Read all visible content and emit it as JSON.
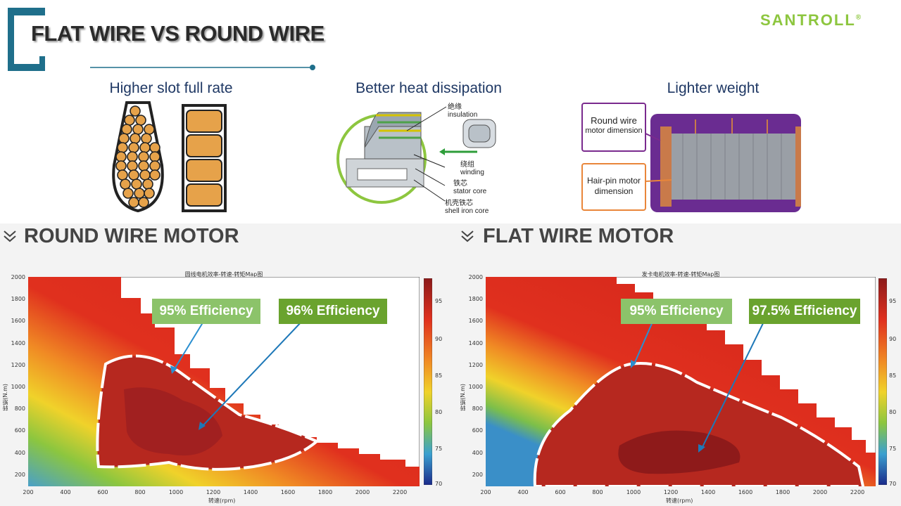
{
  "header": {
    "title": "FLAT WIRE VS ROUND WIRE",
    "logo": "SANTROLL",
    "logo_mark": "®"
  },
  "features": [
    {
      "label": "Higher slot full rate"
    },
    {
      "label": "Better heat dissipation"
    },
    {
      "label": "Lighter weight"
    }
  ],
  "heat_diagram": {
    "insulation_cn": "绝缘",
    "insulation": "insulation",
    "winding_cn": "绕组",
    "winding": "winding",
    "stator_cn": "铁芯",
    "stator": "stator core",
    "shell_cn": "机壳铁芯",
    "shell": "shell iron core"
  },
  "weight_diagram": {
    "round_line1": "Round wire",
    "round_line2": "motor dimension",
    "hairpin_line1": "Hair-pin motor",
    "hairpin_line2": "dimension"
  },
  "sections": {
    "round": "ROUND WIRE MOTOR",
    "flat": "FLAT WIRE MOTOR"
  },
  "maps": {
    "left": {
      "title": "圆线电机效率-转速-转矩Map图",
      "eff_a": "95% Efficiency",
      "eff_b": "96% Efficiency",
      "xlabel": "转速(rpm)",
      "ylabel": "转矩(N.m)"
    },
    "right": {
      "title": "发卡电机效率-转速-转矩Map图",
      "eff_a": "95% Efficiency",
      "eff_b": "97.5% Efficiency",
      "xlabel": "转速(rpm)",
      "ylabel": "转矩(N.m)"
    },
    "x_ticks": [
      "200",
      "400",
      "600",
      "800",
      "1000",
      "1200",
      "1400",
      "1600",
      "1800",
      "2000",
      "2200"
    ],
    "y_ticks": [
      "2000",
      "1800",
      "1600",
      "1400",
      "1200",
      "1000",
      "800",
      "600",
      "400",
      "200"
    ],
    "cb_ticks": [
      "95",
      "90",
      "85",
      "80",
      "75",
      "70"
    ]
  },
  "colors": {
    "accent": "#1f6f8b",
    "logo": "#8dc63f",
    "feature_text": "#1f3864"
  }
}
